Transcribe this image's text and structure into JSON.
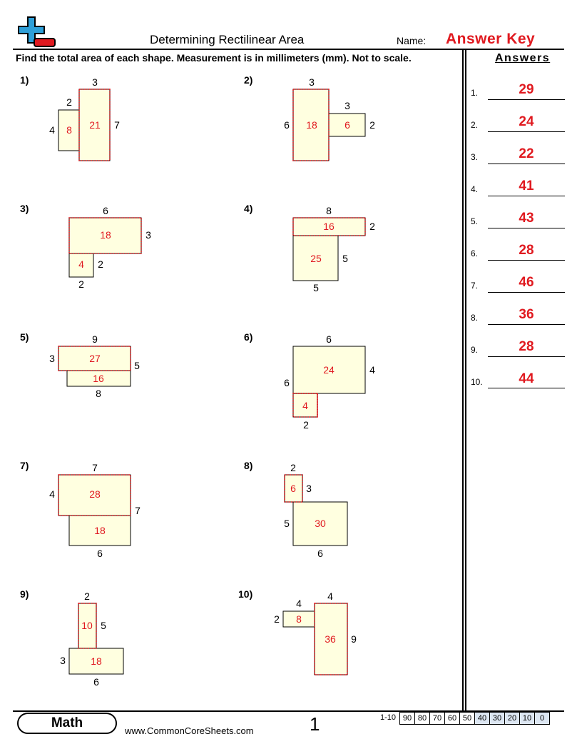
{
  "header": {
    "title": "Determining Rectilinear Area",
    "name_label": "Name:",
    "name_value": "Answer Key"
  },
  "instructions": "Find the total area of each shape. Measurement is in millimeters (mm). Not to scale.",
  "answers": {
    "title": "Answers",
    "items": [
      {
        "num": "1.",
        "value": "29"
      },
      {
        "num": "2.",
        "value": "24"
      },
      {
        "num": "3.",
        "value": "22"
      },
      {
        "num": "4.",
        "value": "41"
      },
      {
        "num": "5.",
        "value": "43"
      },
      {
        "num": "6.",
        "value": "28"
      },
      {
        "num": "7.",
        "value": "46"
      },
      {
        "num": "8.",
        "value": "36"
      },
      {
        "num": "9.",
        "value": "28"
      },
      {
        "num": "10.",
        "value": "44"
      }
    ]
  },
  "problems": [
    {
      "num": "1)",
      "labels": [
        "3",
        "2",
        "4",
        "7"
      ],
      "areas": [
        "8",
        "21"
      ]
    },
    {
      "num": "2)",
      "labels": [
        "3",
        "3",
        "6",
        "2"
      ],
      "areas": [
        "18",
        "6"
      ]
    },
    {
      "num": "3)",
      "labels": [
        "6",
        "3",
        "2",
        "2"
      ],
      "areas": [
        "18",
        "4"
      ]
    },
    {
      "num": "4)",
      "labels": [
        "8",
        "2",
        "5",
        "5"
      ],
      "areas": [
        "16",
        "25"
      ]
    },
    {
      "num": "5)",
      "labels": [
        "9",
        "3",
        "5",
        "8"
      ],
      "areas": [
        "27",
        "16"
      ]
    },
    {
      "num": "6)",
      "labels": [
        "6",
        "4",
        "6",
        "2"
      ],
      "areas": [
        "24",
        "4"
      ]
    },
    {
      "num": "7)",
      "labels": [
        "7",
        "4",
        "7",
        "6"
      ],
      "areas": [
        "28",
        "18"
      ]
    },
    {
      "num": "8)",
      "labels": [
        "2",
        "3",
        "5",
        "6"
      ],
      "areas": [
        "6",
        "30"
      ]
    },
    {
      "num": "9)",
      "labels": [
        "2",
        "5",
        "3",
        "6"
      ],
      "areas": [
        "10",
        "18"
      ]
    },
    {
      "num": "10)",
      "labels": [
        "4",
        "4",
        "2",
        "9"
      ],
      "areas": [
        "8",
        "36"
      ]
    }
  ],
  "footer": {
    "subject": "Math",
    "website": "www.CommonCoreSheets.com",
    "page_number": "1",
    "score_range": "1-10",
    "scores": [
      "90",
      "80",
      "70",
      "60",
      "50",
      "40",
      "30",
      "20",
      "10",
      "0"
    ]
  },
  "colors": {
    "answer_red": "#e0191f",
    "shape_fill": "#ffffe0",
    "logo_blue": "#2e9fd8",
    "logo_red": "#e0191f",
    "score_blue": "#dce6f2"
  },
  "icons": [
    "plus-minus-logo-icon"
  ]
}
